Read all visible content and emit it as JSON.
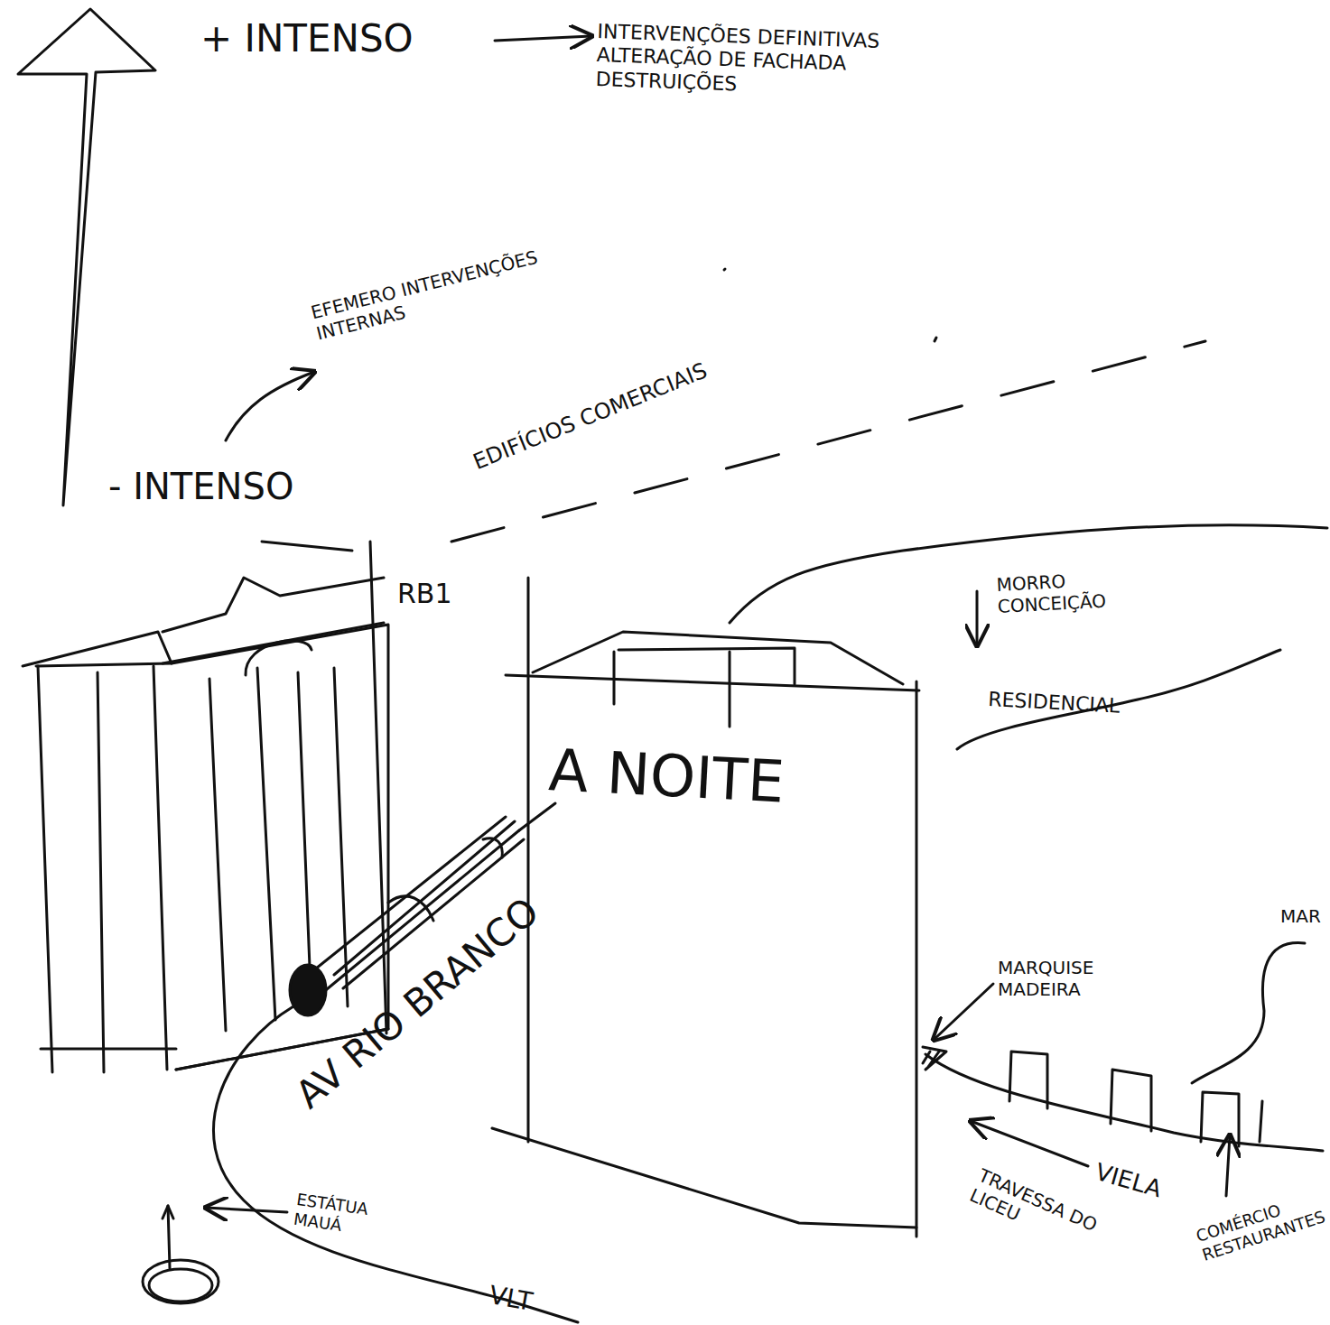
{
  "diagram": {
    "nodes": [
      {
        "text": [
          "RB1"
        ]
      },
      {
        "text": [
          "A NOITE"
        ]
      }
    ],
    "labels": [
      "+ INTENSO",
      "INTERVENÇÕES DEFINITIVAS ALTERAÇÃO DE FACHADA DESTRUIÇÕES",
      "EFEMERO INTERVENÇÕES INTERNAS",
      "EDIFÍCIOS COMERCIAIS",
      "- INTENSO",
      "MORRO CONCEIÇÃO",
      "RESIDENCIAL",
      "MAR",
      "MARQUISE MADEIRA",
      "VIELA",
      "TRAVESSA DO LICEU",
      "COMÉRCIO RESTAURANTES",
      "AV RIO BRANCO",
      "ESTÁTUA MAUÁ",
      "VLT"
    ]
  }
}
